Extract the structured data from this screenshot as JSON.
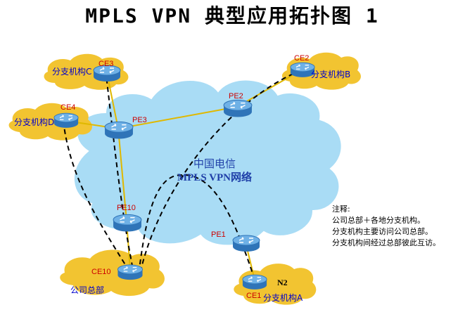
{
  "title": "MPLS VPN 典型应用拓扑图 1",
  "network": {
    "line1": "中国电信",
    "line2": "MPLS VPN网络"
  },
  "sites": {
    "c": "分支机构C",
    "b": "分支机构B",
    "d": "分支机构D",
    "hq": "公司总部",
    "a": "分支机构A"
  },
  "routers": {
    "ce3": "CE3",
    "ce2": "CE2",
    "ce4": "CE4",
    "pe3": "PE3",
    "pe2": "PE2",
    "pe10": "PE10",
    "pe1": "PE1",
    "ce10": "CE10",
    "ce1": "CE1"
  },
  "n2": "N2",
  "notes": {
    "heading": "注释:",
    "lines": [
      "公司总部＋各地分支机构。",
      "分支机构主要访问公司总部。",
      "分支机构间经过总部彼此互访。"
    ]
  },
  "colors": {
    "cloud": "#a9dcf5",
    "site_cloud": "#f2c431",
    "link": "#e0b800",
    "router_top": "#6fb1e6",
    "router_body": "#2f74b8"
  }
}
